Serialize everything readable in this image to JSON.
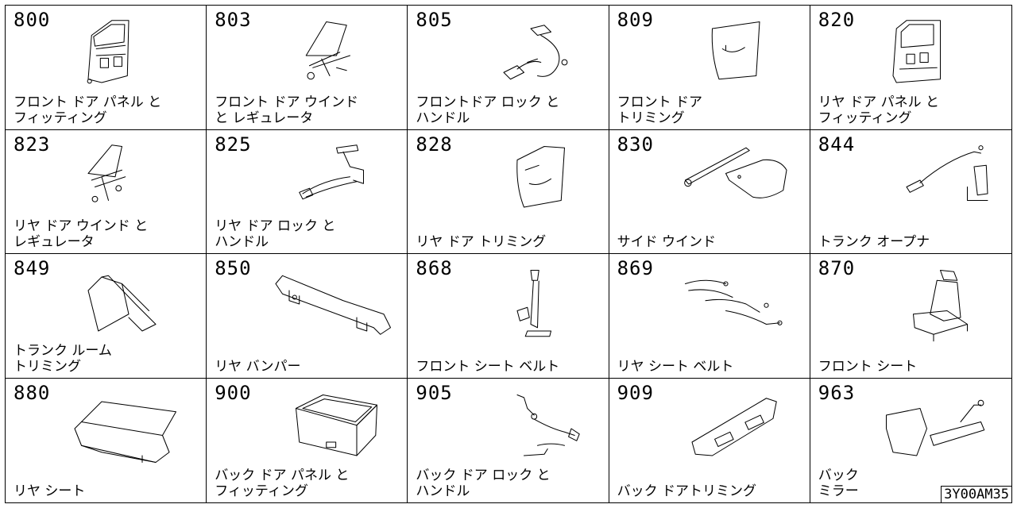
{
  "figure_code": "3Y00AM35",
  "sections": [
    {
      "code": "800",
      "lines": [
        "フロント ドア パネル と",
        "フィッティング"
      ],
      "icon": "front-door-panel-icon"
    },
    {
      "code": "803",
      "lines": [
        "フロント ドア ウインド",
        "と レギュレータ"
      ],
      "icon": "front-door-window-regulator-icon"
    },
    {
      "code": "805",
      "lines": [
        "フロントドア ロック と",
        "ハンドル"
      ],
      "icon": "front-door-lock-handle-icon"
    },
    {
      "code": "809",
      "lines": [
        "フロント ドア",
        "トリミング"
      ],
      "icon": "front-door-trim-icon"
    },
    {
      "code": "820",
      "lines": [
        "リヤ ドア パネル と",
        "フィッティング"
      ],
      "icon": "rear-door-panel-icon"
    },
    {
      "code": "823",
      "lines": [
        "リヤ ドア ウインド と",
        "レギュレータ"
      ],
      "icon": "rear-door-window-regulator-icon"
    },
    {
      "code": "825",
      "lines": [
        "リヤ ドア ロック と",
        "ハンドル"
      ],
      "icon": "rear-door-lock-handle-icon"
    },
    {
      "code": "828",
      "lines": [
        "リヤ ドア トリミング"
      ],
      "icon": "rear-door-trim-icon"
    },
    {
      "code": "830",
      "lines": [
        "サイド ウインド"
      ],
      "icon": "side-window-icon"
    },
    {
      "code": "844",
      "lines": [
        "トランク オープナ"
      ],
      "icon": "trunk-opener-icon"
    },
    {
      "code": "849",
      "lines": [
        "トランク ルーム",
        "トリミング"
      ],
      "icon": "trunk-room-trim-icon"
    },
    {
      "code": "850",
      "lines": [
        "リヤ バンパー"
      ],
      "icon": "rear-bumper-icon"
    },
    {
      "code": "868",
      "lines": [
        "フロント シート ベルト"
      ],
      "icon": "front-seat-belt-icon"
    },
    {
      "code": "869",
      "lines": [
        "リヤ シート ベルト"
      ],
      "icon": "rear-seat-belt-icon"
    },
    {
      "code": "870",
      "lines": [
        "フロント シート"
      ],
      "icon": "front-seat-icon"
    },
    {
      "code": "880",
      "lines": [
        "リヤ シート"
      ],
      "icon": "rear-seat-icon"
    },
    {
      "code": "900",
      "lines": [
        "バック ドア パネル と",
        "フィッティング"
      ],
      "icon": "back-door-panel-icon"
    },
    {
      "code": "905",
      "lines": [
        "バック ドア ロック と",
        "ハンドル"
      ],
      "icon": "back-door-lock-handle-icon"
    },
    {
      "code": "909",
      "lines": [
        "バック ドアトリミング"
      ],
      "icon": "back-door-trim-icon"
    },
    {
      "code": "963",
      "lines": [
        "バック",
        "ミラー"
      ],
      "icon": "back-mirror-icon"
    }
  ]
}
